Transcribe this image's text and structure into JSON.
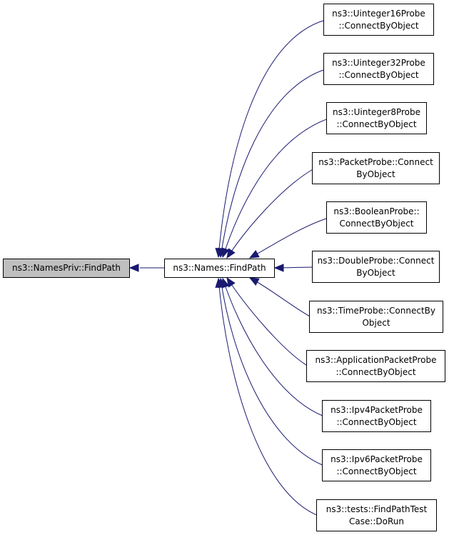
{
  "colors": {
    "edge": "#191970",
    "root_fill": "#bfbfbf",
    "node_fill": "#ffffff",
    "border": "#000000"
  },
  "root": {
    "label": "ns3::NamesPriv::FindPath"
  },
  "center": {
    "label": "ns3::Names::FindPath"
  },
  "callers": [
    {
      "line1": "ns3::Uinteger16Probe",
      "line2": "::ConnectByObject"
    },
    {
      "line1": "ns3::Uinteger32Probe",
      "line2": "::ConnectByObject"
    },
    {
      "line1": "ns3::Uinteger8Probe",
      "line2": "::ConnectByObject"
    },
    {
      "line1": "ns3::PacketProbe::Connect",
      "line2": "ByObject"
    },
    {
      "line1": "ns3::BooleanProbe::",
      "line2": "ConnectByObject"
    },
    {
      "line1": "ns3::DoubleProbe::Connect",
      "line2": "ByObject"
    },
    {
      "line1": "ns3::TimeProbe::ConnectBy",
      "line2": "Object"
    },
    {
      "line1": "ns3::ApplicationPacketProbe",
      "line2": "::ConnectByObject"
    },
    {
      "line1": "ns3::Ipv4PacketProbe",
      "line2": "::ConnectByObject"
    },
    {
      "line1": "ns3::Ipv6PacketProbe",
      "line2": "::ConnectByObject"
    },
    {
      "line1": "ns3::tests::FindPathTest",
      "line2": "Case::DoRun"
    }
  ]
}
